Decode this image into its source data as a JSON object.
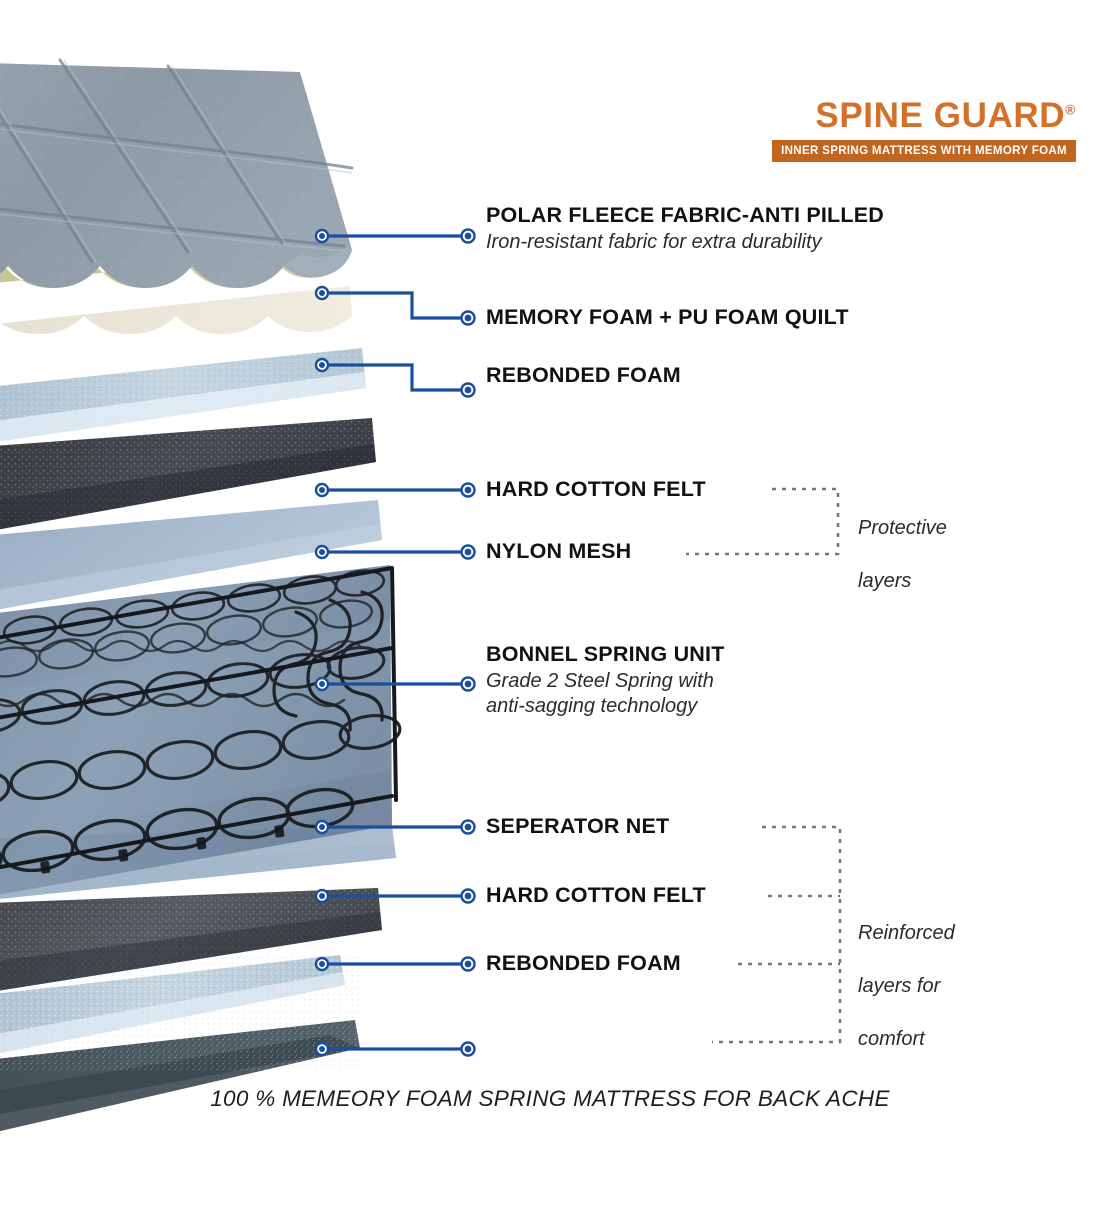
{
  "brand": {
    "name": "SPINE GUARD",
    "registered": "®",
    "tagline": "INNER SPRING MATTRESS WITH MEMORY FOAM",
    "word_color": "#D4702A",
    "bar_color": "#C2651F"
  },
  "theme": {
    "leader_color": "#1a4f9c",
    "leader_dot_fill": "#1a4f9c",
    "bracket_color": "#6f6f6f",
    "title_color": "#111111",
    "sub_color": "#2b2b2b"
  },
  "callouts": [
    {
      "title": "POLAR FLEECE FABRIC-ANTI PILLED",
      "subtitle": "Iron-resistant fabric for extra durability"
    },
    {
      "title": "MEMORY FOAM +  PU FOAM QUILT",
      "subtitle": ""
    },
    {
      "title": "REBONDED FOAM",
      "subtitle": ""
    },
    {
      "title": "HARD COTTON FELT",
      "subtitle": ""
    },
    {
      "title": "NYLON MESH",
      "subtitle": ""
    },
    {
      "title": "BONNEL SPRING UNIT",
      "subtitle": "Grade 2 Steel Spring with\nanti-sagging technology"
    },
    {
      "title": "SEPERATOR NET",
      "subtitle": ""
    },
    {
      "title": "HARD COTTON FELT",
      "subtitle": ""
    },
    {
      "title": "REBONDED FOAM",
      "subtitle": ""
    }
  ],
  "callout_lines": {
    "bonnel_line1": "Grade 2 Steel Spring with",
    "bonnel_line2": "anti-sagging technology"
  },
  "groups": [
    {
      "note": "Protective\nlayers",
      "line1": "Protective",
      "line2": "layers"
    },
    {
      "note": "Reinforced\nlayers for\ncomfort",
      "line1": "Reinforced",
      "line2": "layers for",
      "line3": "comfort"
    }
  ],
  "caption": "100 % MEMEORY FOAM SPRING MATTRESS FOR BACK ACHE",
  "layers": [
    {
      "name": "polar-fleece-quilt-top",
      "color": "#8d9aa6"
    },
    {
      "name": "memory-foam",
      "color": "#c9c69a"
    },
    {
      "name": "pu-foam-quilt",
      "color": "#e9e4d6"
    },
    {
      "name": "rebonded-foam-top",
      "color": "#b9cbd8"
    },
    {
      "name": "hard-cotton-felt-top",
      "color": "#3d4146"
    },
    {
      "name": "nylon-mesh",
      "color": "#8ea3bb"
    },
    {
      "name": "bonnel-spring-unit",
      "color": "#7f93ad"
    },
    {
      "name": "seperator-net",
      "color": "#9fb2c6"
    },
    {
      "name": "hard-cotton-felt-bottom",
      "color": "#4a4d52"
    },
    {
      "name": "rebonded-foam-bottom",
      "color": "#c3d2de"
    },
    {
      "name": "bottom-fabric",
      "color": "#48555c"
    }
  ]
}
